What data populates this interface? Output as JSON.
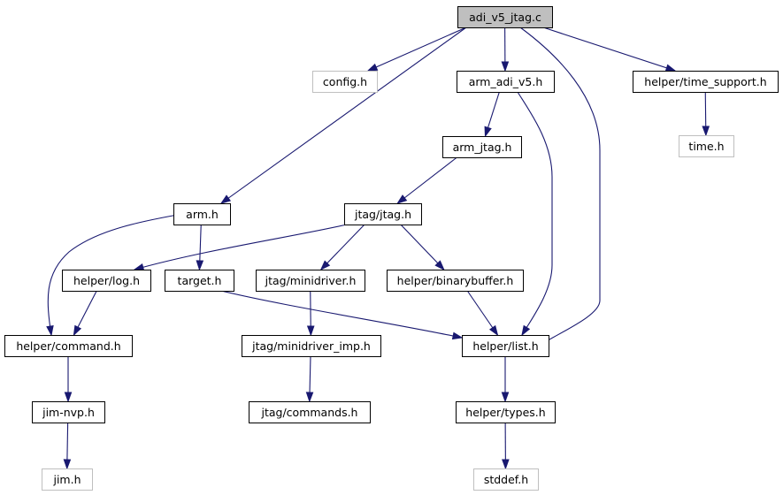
{
  "nodes": [
    {
      "id": "root",
      "label": "adi_v5_jtag.c",
      "kind": "root"
    },
    {
      "id": "config",
      "label": "config.h",
      "kind": "ext"
    },
    {
      "id": "arm_adi_v5",
      "label": "arm_adi_v5.h",
      "kind": "file"
    },
    {
      "id": "time_support",
      "label": "helper/time_support.h",
      "kind": "file"
    },
    {
      "id": "time",
      "label": "time.h",
      "kind": "ext"
    },
    {
      "id": "arm_jtag",
      "label": "arm_jtag.h",
      "kind": "file"
    },
    {
      "id": "arm",
      "label": "arm.h",
      "kind": "file"
    },
    {
      "id": "jtag",
      "label": "jtag/jtag.h",
      "kind": "file"
    },
    {
      "id": "log",
      "label": "helper/log.h",
      "kind": "file"
    },
    {
      "id": "target",
      "label": "target.h",
      "kind": "file"
    },
    {
      "id": "minidriver",
      "label": "jtag/minidriver.h",
      "kind": "file"
    },
    {
      "id": "binarybuffer",
      "label": "helper/binarybuffer.h",
      "kind": "file"
    },
    {
      "id": "command",
      "label": "helper/command.h",
      "kind": "file"
    },
    {
      "id": "minidriver_imp",
      "label": "jtag/minidriver_imp.h",
      "kind": "file"
    },
    {
      "id": "list",
      "label": "helper/list.h",
      "kind": "file"
    },
    {
      "id": "jimnvp",
      "label": "jim-nvp.h",
      "kind": "file"
    },
    {
      "id": "commands",
      "label": "jtag/commands.h",
      "kind": "file"
    },
    {
      "id": "types",
      "label": "helper/types.h",
      "kind": "file"
    },
    {
      "id": "jim",
      "label": "jim.h",
      "kind": "ext"
    },
    {
      "id": "stddef",
      "label": "stddef.h",
      "kind": "ext"
    }
  ],
  "edges": [
    {
      "from": "root",
      "to": "config"
    },
    {
      "from": "root",
      "to": "arm_adi_v5"
    },
    {
      "from": "root",
      "to": "time_support"
    },
    {
      "from": "root",
      "to": "arm"
    },
    {
      "from": "root",
      "to": "list"
    },
    {
      "from": "arm_adi_v5",
      "to": "arm_jtag"
    },
    {
      "from": "arm_adi_v5",
      "to": "list"
    },
    {
      "from": "time_support",
      "to": "time"
    },
    {
      "from": "arm_jtag",
      "to": "jtag"
    },
    {
      "from": "arm",
      "to": "command"
    },
    {
      "from": "arm",
      "to": "target"
    },
    {
      "from": "jtag",
      "to": "log"
    },
    {
      "from": "jtag",
      "to": "minidriver"
    },
    {
      "from": "jtag",
      "to": "binarybuffer"
    },
    {
      "from": "log",
      "to": "command"
    },
    {
      "from": "target",
      "to": "list"
    },
    {
      "from": "minidriver",
      "to": "minidriver_imp"
    },
    {
      "from": "binarybuffer",
      "to": "list"
    },
    {
      "from": "command",
      "to": "jimnvp"
    },
    {
      "from": "minidriver_imp",
      "to": "commands"
    },
    {
      "from": "list",
      "to": "types"
    },
    {
      "from": "jimnvp",
      "to": "jim"
    },
    {
      "from": "types",
      "to": "stddef"
    }
  ],
  "colors": {
    "edge": "#191970",
    "root_fill": "#bfbfbf",
    "node_border": "#000000",
    "external_border": "#bfbfbf"
  }
}
